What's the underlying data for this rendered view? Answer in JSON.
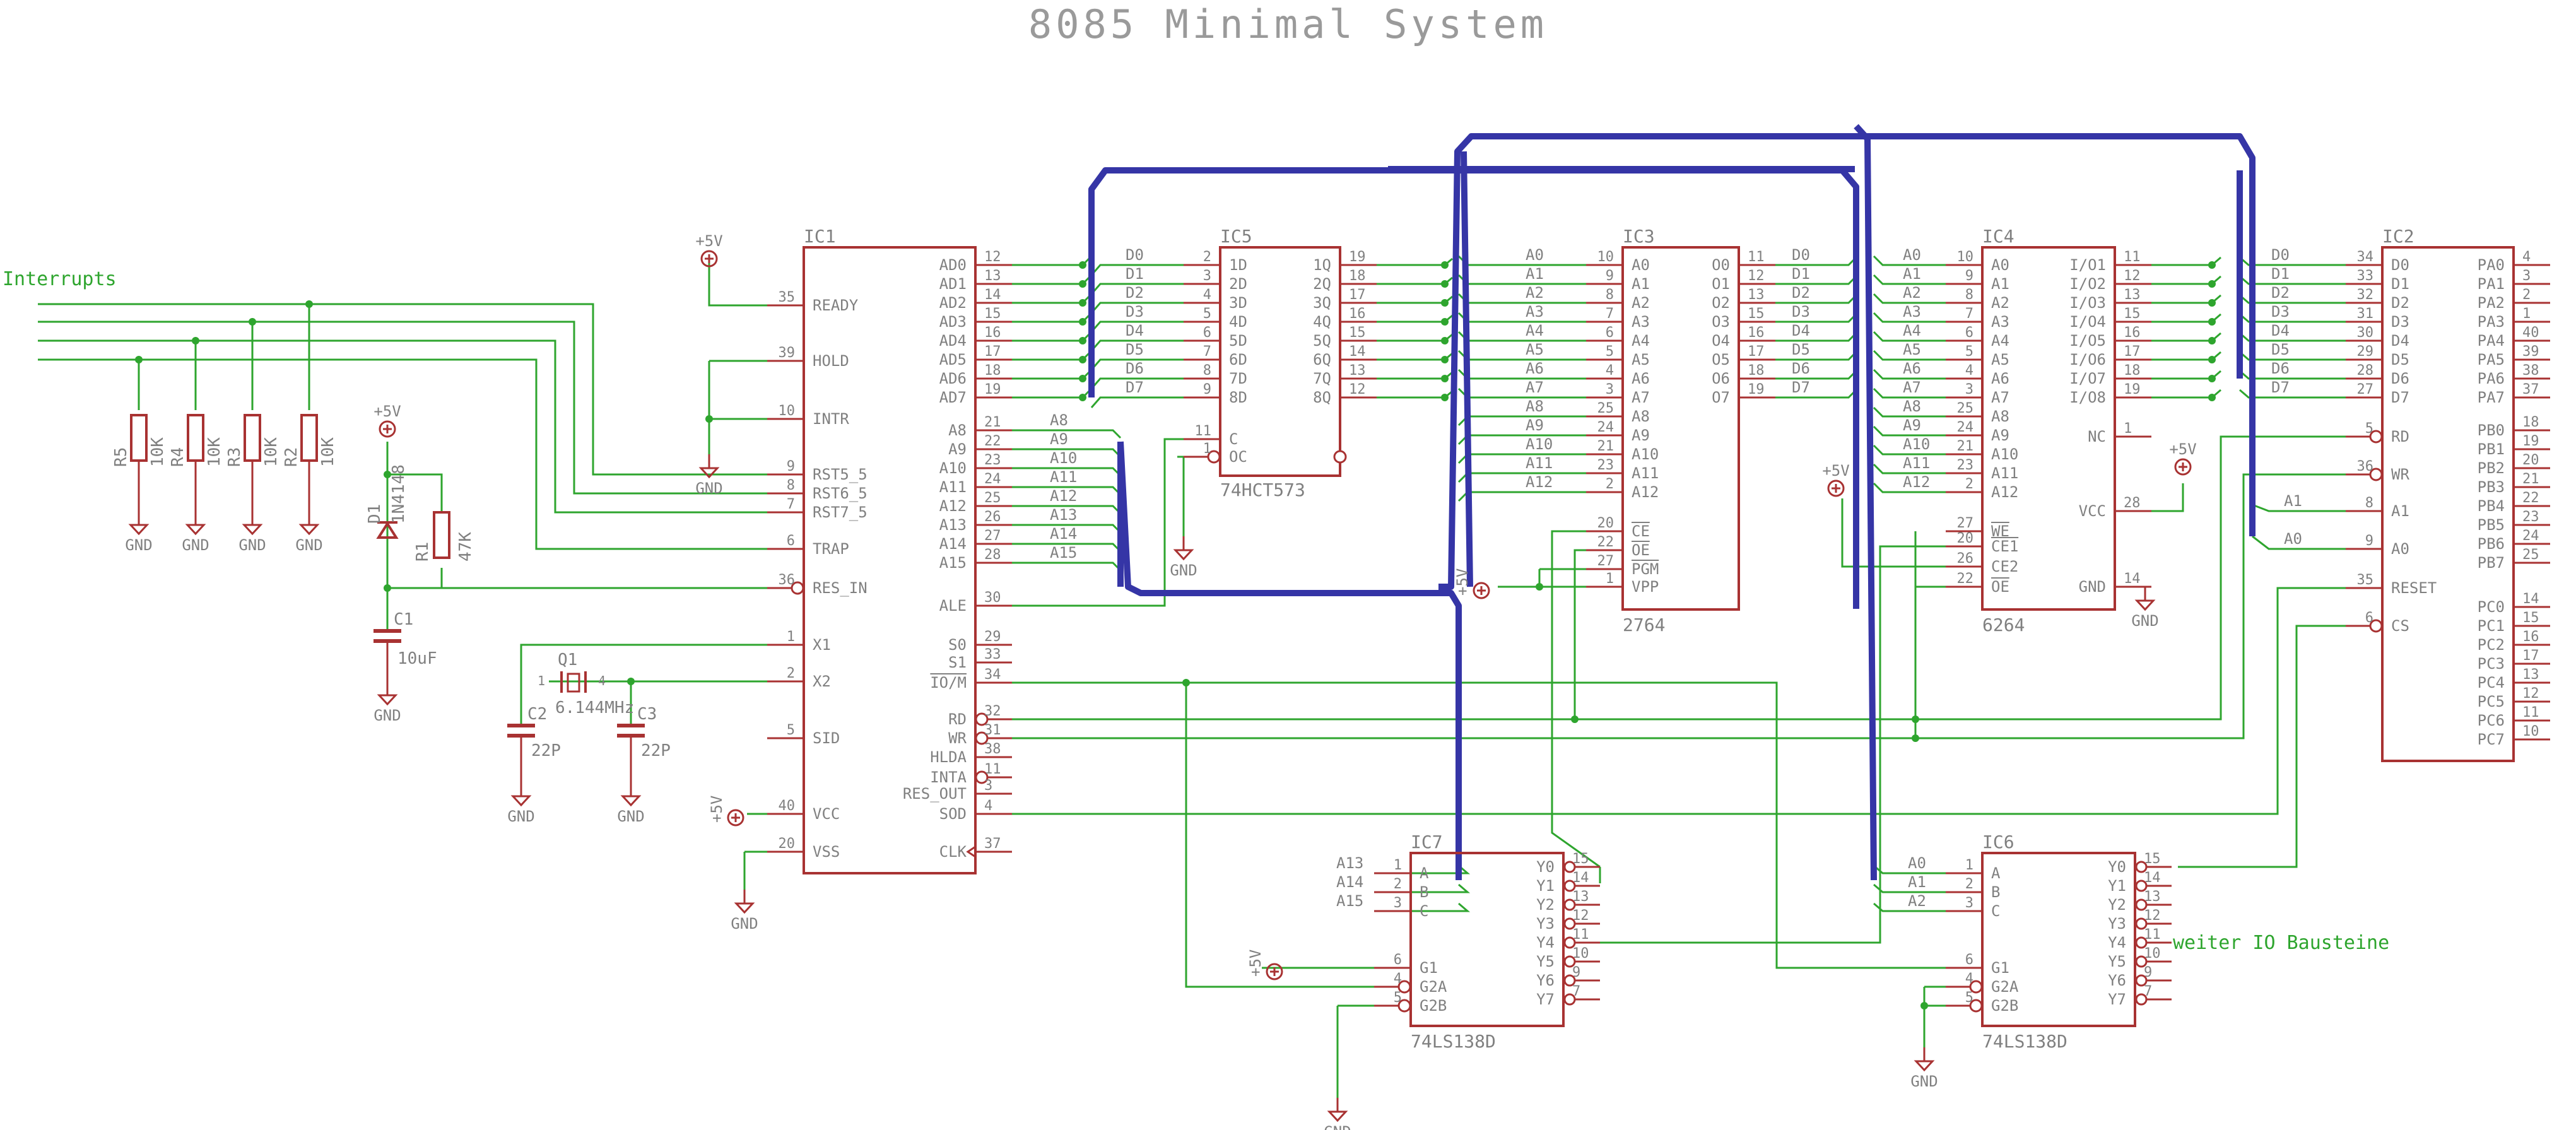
{
  "title": "8085 Minimal System",
  "colors": {
    "part": "#a83232",
    "text": "#808080",
    "wire": "#2ea52e",
    "bus": "#3535a6",
    "bg": "#ffffff"
  },
  "labels": {
    "interrupts": "Interrupts",
    "gnd": "GND",
    "plus5v": "+5V",
    "io_note": "weiter IO Bausteine"
  },
  "resistors": [
    {
      "ref": "R5",
      "value": "10K"
    },
    {
      "ref": "R4",
      "value": "10K"
    },
    {
      "ref": "R3",
      "value": "10K"
    },
    {
      "ref": "R2",
      "value": "10K"
    },
    {
      "ref": "R1",
      "value": "47K"
    }
  ],
  "diode": {
    "ref": "D1",
    "value": "1N4148"
  },
  "capacitors": [
    {
      "ref": "C1",
      "value": "10uF"
    },
    {
      "ref": "C2",
      "value": "22P"
    },
    {
      "ref": "C3",
      "value": "22P"
    }
  ],
  "crystal": {
    "ref": "Q1",
    "value": "6.144MHz",
    "pin_left": "1",
    "pin_right": "4"
  },
  "chips": {
    "ic1": {
      "ref": "IC1",
      "left": [
        {
          "pin": "35",
          "name": "READY"
        },
        {
          "pin": "39",
          "name": "HOLD"
        },
        {
          "pin": "10",
          "name": "INTR"
        },
        {
          "pin": "9",
          "name": "RST5_5"
        },
        {
          "pin": "8",
          "name": "RST6_5"
        },
        {
          "pin": "7",
          "name": "RST7_5"
        },
        {
          "pin": "6",
          "name": "TRAP"
        },
        {
          "pin": "36",
          "name": "RES_IN"
        },
        {
          "pin": "1",
          "name": "X1"
        },
        {
          "pin": "2",
          "name": "X2"
        },
        {
          "pin": "5",
          "name": "SID"
        },
        {
          "pin": "40",
          "name": "VCC"
        },
        {
          "pin": "20",
          "name": "VSS"
        }
      ],
      "right": [
        {
          "pin": "12",
          "name": "AD0"
        },
        {
          "pin": "13",
          "name": "AD1"
        },
        {
          "pin": "14",
          "name": "AD2"
        },
        {
          "pin": "15",
          "name": "AD3"
        },
        {
          "pin": "16",
          "name": "AD4"
        },
        {
          "pin": "17",
          "name": "AD5"
        },
        {
          "pin": "18",
          "name": "AD6"
        },
        {
          "pin": "19",
          "name": "AD7"
        },
        {
          "pin": "21",
          "name": "A8"
        },
        {
          "pin": "22",
          "name": "A9"
        },
        {
          "pin": "23",
          "name": "A10"
        },
        {
          "pin": "24",
          "name": "A11"
        },
        {
          "pin": "25",
          "name": "A12"
        },
        {
          "pin": "26",
          "name": "A13"
        },
        {
          "pin": "27",
          "name": "A14"
        },
        {
          "pin": "28",
          "name": "A15"
        },
        {
          "pin": "30",
          "name": "ALE"
        },
        {
          "pin": "29",
          "name": "S0"
        },
        {
          "pin": "33",
          "name": "S1"
        },
        {
          "pin": "34",
          "name": "IO/M"
        },
        {
          "pin": "32",
          "name": "RD"
        },
        {
          "pin": "31",
          "name": "WR"
        },
        {
          "pin": "38",
          "name": "HLDA"
        },
        {
          "pin": "11",
          "name": "INTA"
        },
        {
          "pin": "3",
          "name": "RES_OUT"
        },
        {
          "pin": "4",
          "name": "SOD"
        },
        {
          "pin": "37",
          "name": "CLK"
        }
      ]
    },
    "ic5": {
      "ref": "IC5",
      "part": "74HCT573",
      "left": [
        {
          "pin": "2",
          "name": "1D"
        },
        {
          "pin": "3",
          "name": "2D"
        },
        {
          "pin": "4",
          "name": "3D"
        },
        {
          "pin": "5",
          "name": "4D"
        },
        {
          "pin": "6",
          "name": "5D"
        },
        {
          "pin": "7",
          "name": "6D"
        },
        {
          "pin": "8",
          "name": "7D"
        },
        {
          "pin": "9",
          "name": "8D"
        },
        {
          "pin": "11",
          "name": "C"
        },
        {
          "pin": "1",
          "name": "OC"
        }
      ],
      "right": [
        {
          "pin": "19",
          "name": "1Q"
        },
        {
          "pin": "18",
          "name": "2Q"
        },
        {
          "pin": "17",
          "name": "3Q"
        },
        {
          "pin": "16",
          "name": "4Q"
        },
        {
          "pin": "15",
          "name": "5Q"
        },
        {
          "pin": "14",
          "name": "6Q"
        },
        {
          "pin": "13",
          "name": "7Q"
        },
        {
          "pin": "12",
          "name": "8Q"
        }
      ]
    },
    "ic3": {
      "ref": "IC3",
      "part": "2764",
      "left": [
        {
          "pin": "10",
          "name": "A0"
        },
        {
          "pin": "9",
          "name": "A1"
        },
        {
          "pin": "8",
          "name": "A2"
        },
        {
          "pin": "7",
          "name": "A3"
        },
        {
          "pin": "6",
          "name": "A4"
        },
        {
          "pin": "5",
          "name": "A5"
        },
        {
          "pin": "4",
          "name": "A6"
        },
        {
          "pin": "3",
          "name": "A7"
        },
        {
          "pin": "25",
          "name": "A8"
        },
        {
          "pin": "24",
          "name": "A9"
        },
        {
          "pin": "21",
          "name": "A10"
        },
        {
          "pin": "23",
          "name": "A11"
        },
        {
          "pin": "2",
          "name": "A12"
        },
        {
          "pin": "20",
          "name": "CE"
        },
        {
          "pin": "22",
          "name": "OE"
        },
        {
          "pin": "27",
          "name": "PGM"
        },
        {
          "pin": "1",
          "name": "VPP"
        }
      ],
      "right": [
        {
          "pin": "11",
          "name": "O0"
        },
        {
          "pin": "12",
          "name": "O1"
        },
        {
          "pin": "13",
          "name": "O2"
        },
        {
          "pin": "15",
          "name": "O3"
        },
        {
          "pin": "16",
          "name": "O4"
        },
        {
          "pin": "17",
          "name": "O5"
        },
        {
          "pin": "18",
          "name": "O6"
        },
        {
          "pin": "19",
          "name": "O7"
        }
      ]
    },
    "ic4": {
      "ref": "IC4",
      "part": "6264",
      "left": [
        {
          "pin": "10",
          "name": "A0"
        },
        {
          "pin": "9",
          "name": "A1"
        },
        {
          "pin": "8",
          "name": "A2"
        },
        {
          "pin": "7",
          "name": "A3"
        },
        {
          "pin": "6",
          "name": "A4"
        },
        {
          "pin": "5",
          "name": "A5"
        },
        {
          "pin": "4",
          "name": "A6"
        },
        {
          "pin": "3",
          "name": "A7"
        },
        {
          "pin": "25",
          "name": "A8"
        },
        {
          "pin": "24",
          "name": "A9"
        },
        {
          "pin": "21",
          "name": "A10"
        },
        {
          "pin": "23",
          "name": "A11"
        },
        {
          "pin": "2",
          "name": "A12"
        },
        {
          "pin": "27",
          "name": "WE"
        },
        {
          "pin": "20",
          "name": "CE1"
        },
        {
          "pin": "26",
          "name": "CE2"
        },
        {
          "pin": "22",
          "name": "OE"
        }
      ],
      "right": [
        {
          "pin": "11",
          "name": "I/O1"
        },
        {
          "pin": "12",
          "name": "I/O2"
        },
        {
          "pin": "13",
          "name": "I/O3"
        },
        {
          "pin": "15",
          "name": "I/O4"
        },
        {
          "pin": "16",
          "name": "I/O5"
        },
        {
          "pin": "17",
          "name": "I/O6"
        },
        {
          "pin": "18",
          "name": "I/O7"
        },
        {
          "pin": "19",
          "name": "I/O8"
        },
        {
          "pin": "1",
          "name": "NC"
        },
        {
          "pin": "28",
          "name": "VCC"
        },
        {
          "pin": "14",
          "name": "GND"
        }
      ]
    },
    "ic2": {
      "ref": "IC2",
      "left": [
        {
          "pin": "34",
          "name": "D0"
        },
        {
          "pin": "33",
          "name": "D1"
        },
        {
          "pin": "32",
          "name": "D2"
        },
        {
          "pin": "31",
          "name": "D3"
        },
        {
          "pin": "30",
          "name": "D4"
        },
        {
          "pin": "29",
          "name": "D5"
        },
        {
          "pin": "28",
          "name": "D6"
        },
        {
          "pin": "27",
          "name": "D7"
        },
        {
          "pin": "5",
          "name": "RD"
        },
        {
          "pin": "36",
          "name": "WR"
        },
        {
          "pin": "8",
          "name": "A1"
        },
        {
          "pin": "9",
          "name": "A0"
        },
        {
          "pin": "35",
          "name": "RESET"
        },
        {
          "pin": "6",
          "name": "CS"
        }
      ],
      "right": [
        {
          "pin": "4",
          "name": "PA0"
        },
        {
          "pin": "3",
          "name": "PA1"
        },
        {
          "pin": "2",
          "name": "PA2"
        },
        {
          "pin": "1",
          "name": "PA3"
        },
        {
          "pin": "40",
          "name": "PA4"
        },
        {
          "pin": "39",
          "name": "PA5"
        },
        {
          "pin": "38",
          "name": "PA6"
        },
        {
          "pin": "37",
          "name": "PA7"
        },
        {
          "pin": "18",
          "name": "PB0"
        },
        {
          "pin": "19",
          "name": "PB1"
        },
        {
          "pin": "20",
          "name": "PB2"
        },
        {
          "pin": "21",
          "name": "PB3"
        },
        {
          "pin": "22",
          "name": "PB4"
        },
        {
          "pin": "23",
          "name": "PB5"
        },
        {
          "pin": "24",
          "name": "PB6"
        },
        {
          "pin": "25",
          "name": "PB7"
        },
        {
          "pin": "14",
          "name": "PC0"
        },
        {
          "pin": "15",
          "name": "PC1"
        },
        {
          "pin": "16",
          "name": "PC2"
        },
        {
          "pin": "17",
          "name": "PC3"
        },
        {
          "pin": "13",
          "name": "PC4"
        },
        {
          "pin": "12",
          "name": "PC5"
        },
        {
          "pin": "11",
          "name": "PC6"
        },
        {
          "pin": "10",
          "name": "PC7"
        }
      ]
    },
    "ic7": {
      "ref": "IC7",
      "part": "74LS138D",
      "left": [
        {
          "pin": "1",
          "name": "A"
        },
        {
          "pin": "2",
          "name": "B"
        },
        {
          "pin": "3",
          "name": "C"
        },
        {
          "pin": "6",
          "name": "G1"
        },
        {
          "pin": "4",
          "name": "G2A"
        },
        {
          "pin": "5",
          "name": "G2B"
        }
      ],
      "right": [
        {
          "pin": "15",
          "name": "Y0"
        },
        {
          "pin": "14",
          "name": "Y1"
        },
        {
          "pin": "13",
          "name": "Y2"
        },
        {
          "pin": "12",
          "name": "Y3"
        },
        {
          "pin": "11",
          "name": "Y4"
        },
        {
          "pin": "10",
          "name": "Y5"
        },
        {
          "pin": "9",
          "name": "Y6"
        },
        {
          "pin": "7",
          "name": "Y7"
        }
      ]
    },
    "ic6": {
      "ref": "IC6",
      "part": "74LS138D",
      "left": [
        {
          "pin": "1",
          "name": "A"
        },
        {
          "pin": "2",
          "name": "B"
        },
        {
          "pin": "3",
          "name": "C"
        },
        {
          "pin": "6",
          "name": "G1"
        },
        {
          "pin": "4",
          "name": "G2A"
        },
        {
          "pin": "5",
          "name": "G2B"
        }
      ],
      "right": [
        {
          "pin": "15",
          "name": "Y0"
        },
        {
          "pin": "14",
          "name": "Y1"
        },
        {
          "pin": "13",
          "name": "Y2"
        },
        {
          "pin": "12",
          "name": "Y3"
        },
        {
          "pin": "11",
          "name": "Y4"
        },
        {
          "pin": "10",
          "name": "Y5"
        },
        {
          "pin": "9",
          "name": "Y6"
        },
        {
          "pin": "7",
          "name": "Y7"
        }
      ]
    }
  },
  "nets": {
    "ic5_in": [
      "D0",
      "D1",
      "D2",
      "D3",
      "D4",
      "D5",
      "D6",
      "D7"
    ],
    "ic3_addr": [
      "A0",
      "A1",
      "A2",
      "A3",
      "A4",
      "A5",
      "A6",
      "A7",
      "A8",
      "A9",
      "A10",
      "A11",
      "A12"
    ],
    "ic3_data": [
      "D0",
      "D1",
      "D2",
      "D3",
      "D4",
      "D5",
      "D6",
      "D7"
    ],
    "ic4_addr": [
      "A0",
      "A1",
      "A2",
      "A3",
      "A4",
      "A5",
      "A6",
      "A7",
      "A8",
      "A9",
      "A10",
      "A11",
      "A12"
    ],
    "ic2_data": [
      "D0",
      "D1",
      "D2",
      "D3",
      "D4",
      "D5",
      "D6",
      "D7"
    ],
    "ic1_high": [
      "A8",
      "A9",
      "A10",
      "A11",
      "A12",
      "A13",
      "A14",
      "A15"
    ],
    "ic7_in": [
      "A13",
      "A14",
      "A15"
    ],
    "ic6_in": [
      "A0",
      "A1",
      "A2"
    ],
    "ic2_addr": [
      "A1",
      "A0"
    ]
  }
}
